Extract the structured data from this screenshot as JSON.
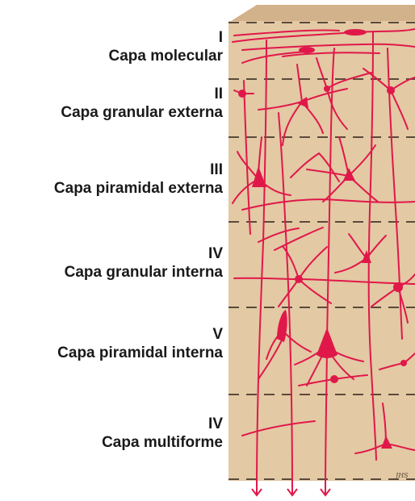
{
  "layers": [
    {
      "roman": "I",
      "name": "Capa molecular"
    },
    {
      "roman": "II",
      "name": "Capa granular externa"
    },
    {
      "roman": "III",
      "name": "Capa piramidal externa"
    },
    {
      "roman": "IV",
      "name": "Capa granular interna"
    },
    {
      "roman": "V",
      "name": "Capa piramidal interna"
    },
    {
      "roman": "IV",
      "name": "Capa multiforme"
    }
  ],
  "colors": {
    "tissue": "#e3c9a4",
    "tissue_top": "#d2b28a",
    "neuron": "#e0184a",
    "divider": "#5a4a3a"
  },
  "signature": "JHS"
}
